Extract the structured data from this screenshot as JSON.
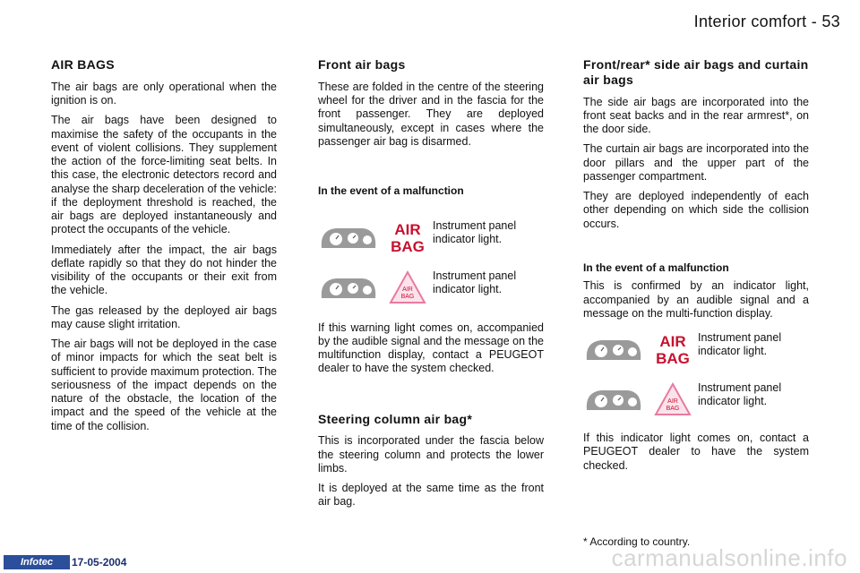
{
  "header": {
    "title": "Interior comfort - 53"
  },
  "col1": {
    "heading": "AIR BAGS",
    "paragraphs": [
      "The air bags are only operational when the ignition is on.",
      "The air bags have been designed to maximise the safety of the occupants in the event of violent collisions. They supplement the action of the force-limiting seat belts. In this case, the electronic detectors record and analyse the sharp deceleration of the vehicle: if the deployment threshold is reached, the air bags are deployed instantaneously and protect the occupants of the vehicle.",
      "Immediately after the impact, the air bags deflate rapidly so that they do not hinder the visibility of the occupants or their exit from the vehicle.",
      "The gas released by the deployed air bags may cause slight irritation.",
      "The air bags will not be deployed in the case of minor impacts for which the seat belt is sufficient to provide maximum protection. The seriousness of the impact depends on the nature of the obstacle, the location of the impact and the speed of the vehicle at the time of the collision."
    ]
  },
  "col2": {
    "heading": "Front air bags",
    "intro": "These are folded in the centre of the steering wheel for the driver and in the fascia for the front passenger. They are deployed simultaneously, except in cases where the passenger air bag is disarmed.",
    "malfunction_heading": "In the event of a malfunction",
    "indicator1_label": "Instrument panel indicator light.",
    "indicator2_label": "Instrument panel indicator light.",
    "warning": "If this warning light comes on, accompanied by the audible signal and the message on the multifunction display, contact a PEUGEOT dealer to have the system checked.",
    "steering_heading": "Steering column air bag*",
    "steering_p1": "This is incorporated under the fascia below the steering column and protects the lower limbs.",
    "steering_p2": "It is deployed at the same time as the front air bag."
  },
  "col3": {
    "heading": "Front/rear* side air bags and curtain air bags",
    "p1": "The side air bags are incorporated into the front seat backs and in the rear armrest*, on the door side.",
    "p2": "The curtain air bags are incorporated into the door pillars and the upper part of the passenger compartment.",
    "p3": "They are deployed independently of each other depending on which side the collision occurs.",
    "malfunction_heading": "In the event of a malfunction",
    "malfunction_text": "This is confirmed by an indicator light, accompanied by an audible signal and a message on the multi-function display.",
    "indicator1_label": "Instrument panel indicator light.",
    "indicator2_label": "Instrument panel indicator light.",
    "contact": "If this indicator light comes on, contact a PEUGEOT dealer to have the system checked."
  },
  "icons": {
    "airbag_text_line1": "AIR",
    "airbag_text_line2": "BAG",
    "triangle_text_line1": "AIR",
    "triangle_text_line2": "BAG"
  },
  "footnote": "* According to country.",
  "footer": {
    "logo": "Infotec",
    "date": "17-05-2004",
    "watermark": "carmanualsonline.info"
  },
  "colors": {
    "airbag_red": "#c8102e",
    "triangle_pink": "#e87aa0",
    "cluster_gray": "#9a9a9a",
    "footer_blue": "#2b4f9a",
    "watermark_gray": "#d6d6d6"
  }
}
